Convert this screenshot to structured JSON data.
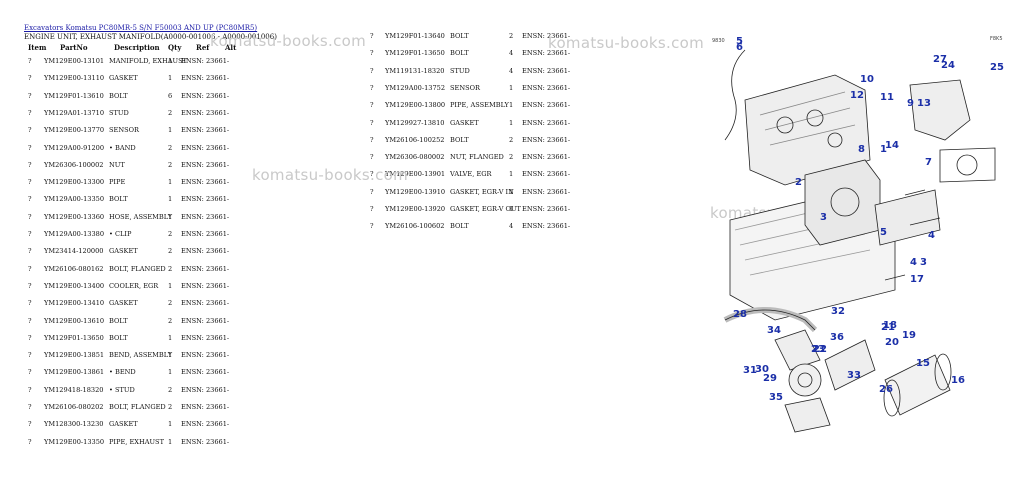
{
  "breadcrumb": "Excavators Komatsu PC80MR-5 S/N F50003 AND UP (PC80MR5)",
  "subtitle": "ENGINE UNIT, EXHAUST MANIFOLD(A0000-001006 - A0000-001006)",
  "columns": [
    "Item",
    "PartNo",
    "Description",
    "Qty",
    "Ref",
    "Alt"
  ],
  "watermark": "komatsu-books.com",
  "left_rows": [
    {
      "item": "?",
      "partno": "YM129E00-13101",
      "desc": "MANIFOLD, EXHAUST",
      "qty": "1",
      "ref": "ENSN: 23661-"
    },
    {
      "item": "?",
      "partno": "YM129E00-13110",
      "desc": "GASKET",
      "qty": "1",
      "ref": "ENSN: 23661-"
    },
    {
      "item": "?",
      "partno": "YM129F01-13610",
      "desc": "BOLT",
      "qty": "6",
      "ref": "ENSN: 23661-"
    },
    {
      "item": "?",
      "partno": "YM129A01-13710",
      "desc": "STUD",
      "qty": "2",
      "ref": "ENSN: 23661-"
    },
    {
      "item": "?",
      "partno": "YM129E00-13770",
      "desc": "SENSOR",
      "qty": "1",
      "ref": "ENSN: 23661-"
    },
    {
      "item": "?",
      "partno": "YM129A00-91200",
      "desc": "• BAND",
      "qty": "2",
      "ref": "ENSN: 23661-"
    },
    {
      "item": "?",
      "partno": "YM26306-100002",
      "desc": "NUT",
      "qty": "2",
      "ref": "ENSN: 23661-"
    },
    {
      "item": "?",
      "partno": "YM129E00-13300",
      "desc": "PIPE",
      "qty": "1",
      "ref": "ENSN: 23661-"
    },
    {
      "item": "?",
      "partno": "YM129A00-13350",
      "desc": "BOLT",
      "qty": "1",
      "ref": "ENSN: 23661-"
    },
    {
      "item": "?",
      "partno": "YM129E00-13360",
      "desc": "HOSE, ASSEMBLY",
      "qty": "1",
      "ref": "ENSN: 23661-"
    },
    {
      "item": "?",
      "partno": "YM129A00-13380",
      "desc": "• CLIP",
      "qty": "2",
      "ref": "ENSN: 23661-"
    },
    {
      "item": "?",
      "partno": "YM23414-120000",
      "desc": "GASKET",
      "qty": "2",
      "ref": "ENSN: 23661-"
    },
    {
      "item": "?",
      "partno": "YM26106-080162",
      "desc": "BOLT, FLANGED",
      "qty": "2",
      "ref": "ENSN: 23661-"
    },
    {
      "item": "?",
      "partno": "YM129E00-13400",
      "desc": "COOLER, EGR",
      "qty": "1",
      "ref": "ENSN: 23661-"
    },
    {
      "item": "?",
      "partno": "YM129E00-13410",
      "desc": "GASKET",
      "qty": "2",
      "ref": "ENSN: 23661-"
    },
    {
      "item": "?",
      "partno": "YM129E00-13610",
      "desc": "BOLT",
      "qty": "2",
      "ref": "ENSN: 23661-"
    },
    {
      "item": "?",
      "partno": "YM129F01-13650",
      "desc": "BOLT",
      "qty": "1",
      "ref": "ENSN: 23661-"
    },
    {
      "item": "?",
      "partno": "YM129E00-13851",
      "desc": "BEND, ASSEMBLY",
      "qty": "1",
      "ref": "ENSN: 23661-"
    },
    {
      "item": "?",
      "partno": "YM129E00-13861",
      "desc": "• BEND",
      "qty": "1",
      "ref": "ENSN: 23661-"
    },
    {
      "item": "?",
      "partno": "YM129418-18320",
      "desc": "• STUD",
      "qty": "2",
      "ref": "ENSN: 23661-"
    },
    {
      "item": "?",
      "partno": "YM26106-080202",
      "desc": "BOLT, FLANGED",
      "qty": "2",
      "ref": "ENSN: 23661-"
    },
    {
      "item": "?",
      "partno": "YM128300-13230",
      "desc": "GASKET",
      "qty": "1",
      "ref": "ENSN: 23661-"
    },
    {
      "item": "?",
      "partno": "YM129E00-13350",
      "desc": "PIPE, EXHAUST",
      "qty": "1",
      "ref": "ENSN: 23661-"
    }
  ],
  "right_rows": [
    {
      "item": "?",
      "partno": "YM129F01-13640",
      "desc": "BOLT",
      "qty": "2",
      "ref": "ENSN: 23661-"
    },
    {
      "item": "?",
      "partno": "YM129F01-13650",
      "desc": "BOLT",
      "qty": "4",
      "ref": "ENSN: 23661-"
    },
    {
      "item": "?",
      "partno": "YM119131-18320",
      "desc": "STUD",
      "qty": "4",
      "ref": "ENSN: 23661-"
    },
    {
      "item": "?",
      "partno": "YM129A00-13752",
      "desc": "SENSOR",
      "qty": "1",
      "ref": "ENSN: 23661-"
    },
    {
      "item": "?",
      "partno": "YM129E00-13800",
      "desc": "PIPE, ASSEMBLY",
      "qty": "1",
      "ref": "ENSN: 23661-"
    },
    {
      "item": "?",
      "partno": "YM129927-13810",
      "desc": "GASKET",
      "qty": "1",
      "ref": "ENSN: 23661-"
    },
    {
      "item": "?",
      "partno": "YM26106-100252",
      "desc": "BOLT",
      "qty": "2",
      "ref": "ENSN: 23661-"
    },
    {
      "item": "?",
      "partno": "YM26306-080002",
      "desc": "NUT, FLANGED",
      "qty": "2",
      "ref": "ENSN: 23661-"
    },
    {
      "item": "?",
      "partno": "YM129E00-13901",
      "desc": "VALVE, EGR",
      "qty": "1",
      "ref": "ENSN: 23661-"
    },
    {
      "item": "?",
      "partno": "YM129E00-13910",
      "desc": "GASKET, EGR-V IN",
      "qty": "1",
      "ref": "ENSN: 23661-"
    },
    {
      "item": "?",
      "partno": "YM129E00-13920",
      "desc": "GASKET, EGR-V OUT",
      "qty": "1",
      "ref": "ENSN: 23661-"
    },
    {
      "item": "?",
      "partno": "YM26106-100602",
      "desc": "BOLT",
      "qty": "4",
      "ref": "ENSN: 23661-"
    }
  ],
  "diagram": {
    "sheet_code": "F8K5",
    "tag_code": "9830",
    "callout_color": "#1b2fa8",
    "callouts": [
      "5",
      "6",
      "27",
      "24",
      "25",
      "10",
      "12",
      "11",
      "9",
      "13",
      "1",
      "8",
      "14",
      "7",
      "2",
      "3",
      "3",
      "5",
      "4",
      "4",
      "17",
      "18",
      "28",
      "32",
      "34",
      "21",
      "19",
      "36",
      "20",
      "22",
      "23",
      "30",
      "15",
      "16",
      "31",
      "29",
      "33",
      "26",
      "35"
    ]
  }
}
